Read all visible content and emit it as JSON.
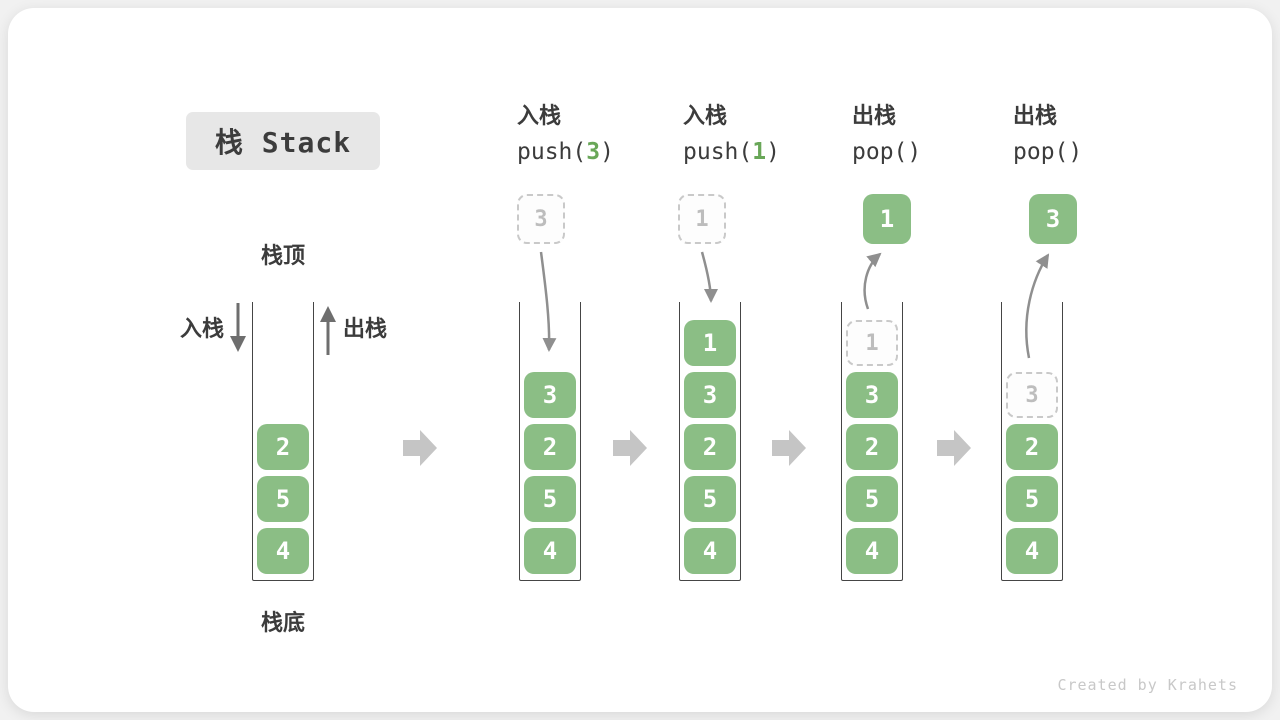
{
  "title": "栈 Stack",
  "watermark": "Created by Krahets",
  "side_labels": {
    "stack_top": "栈顶",
    "stack_bottom": "栈底",
    "push_in": "入栈",
    "pop_out": "出栈"
  },
  "operations": [
    {
      "name": "入栈",
      "code_pre": "push(",
      "arg": "3",
      "code_post": ")"
    },
    {
      "name": "入栈",
      "code_pre": "push(",
      "arg": "1",
      "code_post": ")"
    },
    {
      "name": "出栈",
      "code_pre": "pop(",
      "arg": "",
      "code_post": ")"
    },
    {
      "name": "出栈",
      "code_pre": "pop(",
      "arg": "",
      "code_post": ")"
    }
  ],
  "stacks": [
    {
      "cells": [
        {
          "v": "4"
        },
        {
          "v": "5"
        },
        {
          "v": "2"
        }
      ]
    },
    {
      "cells": [
        {
          "v": "4"
        },
        {
          "v": "5"
        },
        {
          "v": "2"
        },
        {
          "v": "3"
        }
      ],
      "float": {
        "v": "3",
        "style": "ghost"
      },
      "arrow": "in"
    },
    {
      "cells": [
        {
          "v": "4"
        },
        {
          "v": "5"
        },
        {
          "v": "2"
        },
        {
          "v": "3"
        },
        {
          "v": "1"
        }
      ],
      "float": {
        "v": "1",
        "style": "ghost"
      },
      "arrow": "in"
    },
    {
      "cells": [
        {
          "v": "4"
        },
        {
          "v": "5"
        },
        {
          "v": "2"
        },
        {
          "v": "3"
        },
        {
          "v": "1",
          "ghost": true
        }
      ],
      "float": {
        "v": "1",
        "style": "solid"
      },
      "arrow": "out"
    },
    {
      "cells": [
        {
          "v": "4"
        },
        {
          "v": "5"
        },
        {
          "v": "2"
        },
        {
          "v": "3",
          "ghost": true
        }
      ],
      "float": {
        "v": "3",
        "style": "solid"
      },
      "arrow": "out"
    }
  ],
  "colors": {
    "cell_green": "#8BBE85",
    "code_green": "#69A758",
    "block_arrow": "#C5C5C5",
    "flow_arrow": "#8F8F8F",
    "side_arrow": "#6E6E6E",
    "wall": "#454545",
    "ghost_border": "#C9C9C9",
    "ghost_text": "#BDBDBD",
    "title_bg": "#E7E7E7",
    "text": "#3C3C3C",
    "watermark": "#C8C8C8"
  }
}
